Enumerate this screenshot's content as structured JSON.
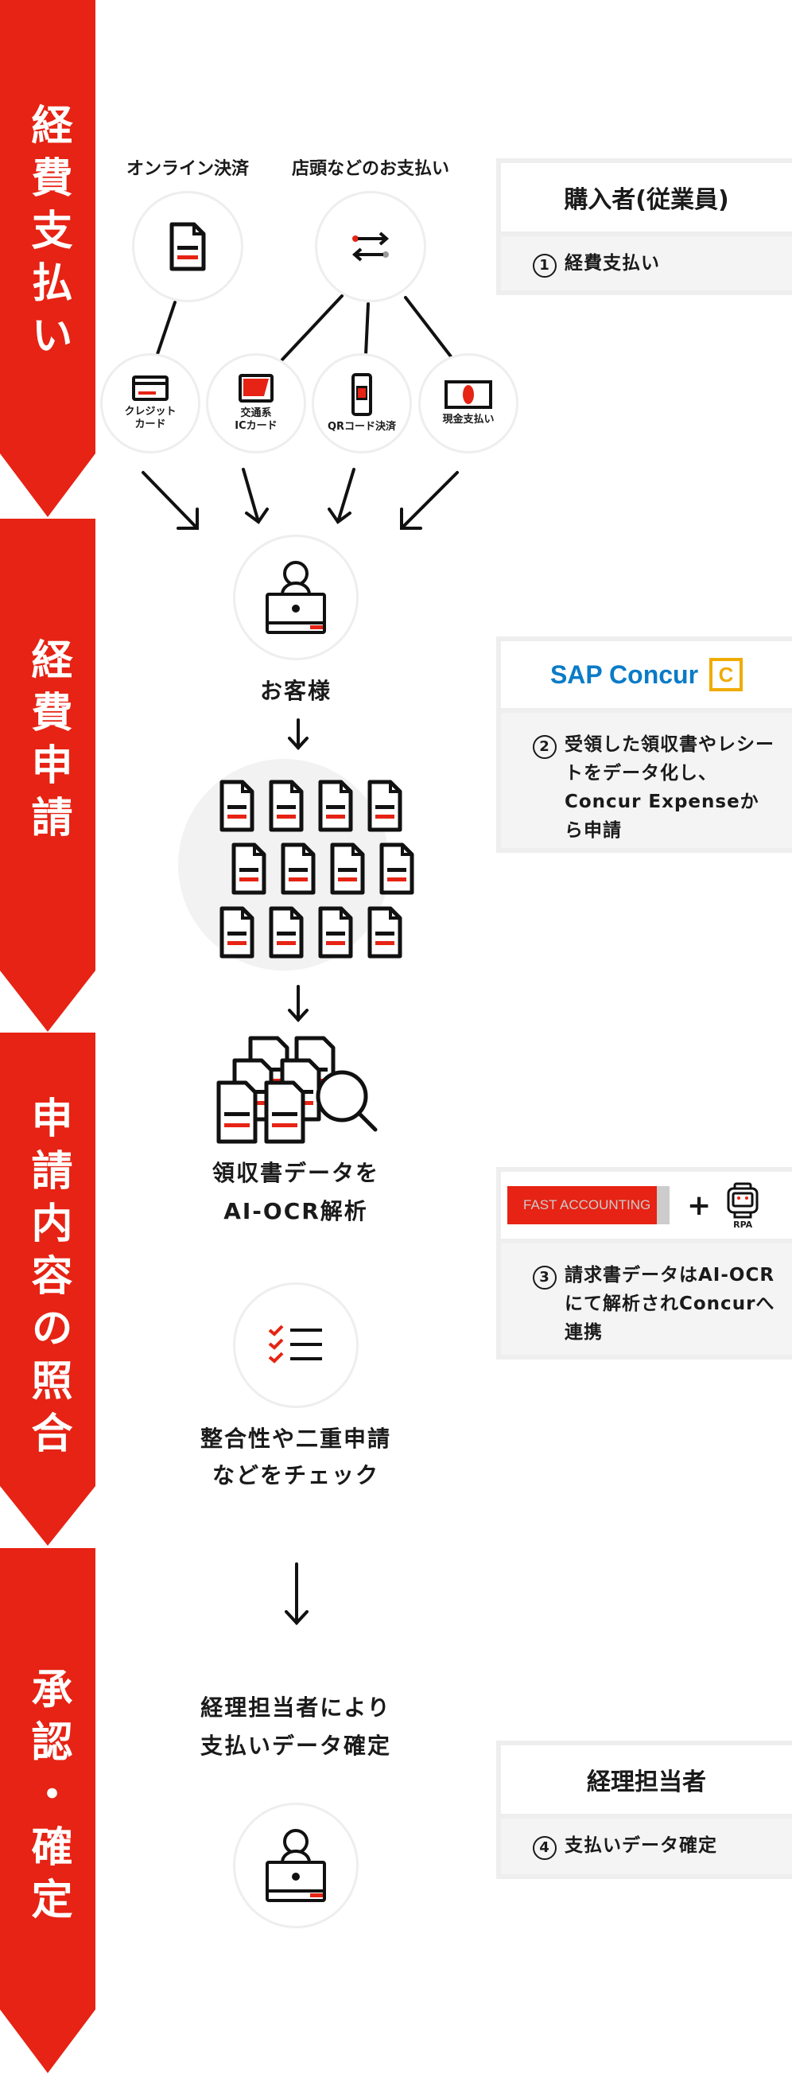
{
  "bands": [
    {
      "label": "経費支払い"
    },
    {
      "label": "経費申請"
    },
    {
      "label": "申請内容の照合"
    },
    {
      "label": "承認・確定"
    }
  ],
  "payment": {
    "online_label": "オンライン決済",
    "store_label": "店頭などのお支払い",
    "methods": [
      {
        "label": "クレジット\nカード"
      },
      {
        "label": "交通系\nICカード"
      },
      {
        "label": "QRコード決済"
      },
      {
        "label": "現金支払い"
      }
    ]
  },
  "flow": {
    "customer": "お客様",
    "ocr_line1": "領収書データを",
    "ocr_line2": "AI-OCR解析",
    "check_line1": "整合性や二重申請",
    "check_line2": "などをチェック",
    "approve_line1": "経理担当者により",
    "approve_line2": "支払いデータ確定"
  },
  "boxes": [
    {
      "header": "購入者(従業員)",
      "number": "1",
      "text": "経費支払い"
    },
    {
      "header_logo": "SAP Concur",
      "number": "2",
      "text": "受領した領収書やレシートをデータ化し、Concur Expenseから申請"
    },
    {
      "header_logo": "FAST ACCOUNTING",
      "plus": "+",
      "rpa": "RPA",
      "number": "3",
      "text": "請求書データはAI-OCRにて解析されConcurへ連携"
    },
    {
      "header": "経理担当者",
      "number": "4",
      "text": "支払いデータ確定"
    }
  ],
  "colors": {
    "accent": "#e62314",
    "sap_blue": "#0a7bc7",
    "concur_orange": "#f0ab00",
    "circle_border": "#eeeeee"
  }
}
